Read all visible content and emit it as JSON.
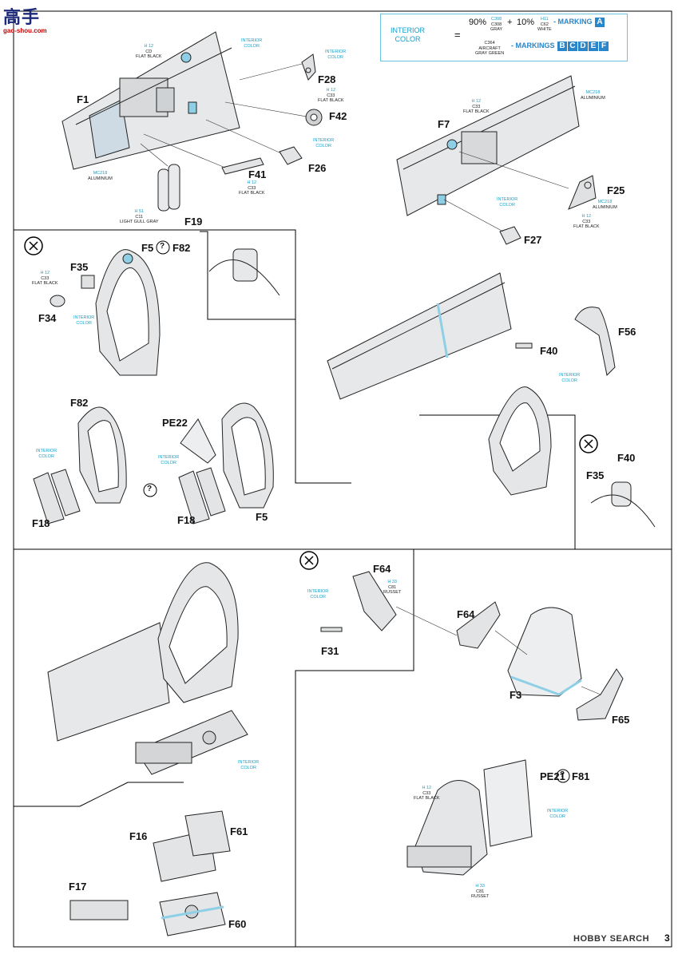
{
  "watermark": {
    "logo_chars": "高手",
    "site": "gao-shou.com"
  },
  "legend": {
    "title_line1": "INTERIOR",
    "title_line2": "COLOR",
    "equals": "=",
    "row1": {
      "pct1": "90%",
      "code1a": "C308",
      "code1b": "C308",
      "name1": "GRAY",
      "plus": "+",
      "pct2": "10%",
      "code2a": "H11",
      "code2b": "C62",
      "name2": "WHITE",
      "arrow": "- MARKING",
      "letters": [
        "A"
      ]
    },
    "row2": {
      "code": "C364",
      "name_line1": "AIRCRAFT",
      "name_line2": "GRAY GREEN",
      "arrow": "- MARKINGS",
      "letters": [
        "B",
        "C",
        "D",
        "E",
        "F"
      ]
    }
  },
  "colors": {
    "accent_blue": "#2a86c8",
    "callout_cyan": "#1aa0c8",
    "part_blue": "#8ecfe6",
    "part_fill": "#e4e6e8"
  },
  "paints": {
    "flat_black_h12": {
      "code": "H 12",
      "code2": "C33",
      "name": "FLAT BLACK"
    },
    "flat_black_cd": {
      "code": "H 12",
      "code2": "CD",
      "name": "FLAT BLACK"
    },
    "aluminium": {
      "code": "MC218",
      "name": "ALUMINIUM"
    },
    "light_gull_gray": {
      "code": "H 51",
      "code2": "C11",
      "name": "LIGHT GULL GRAY"
    },
    "russet": {
      "code": "H 33",
      "code2": "C81",
      "name": "RUSSET"
    },
    "interior_line1": "INTERIOR",
    "interior_line2": "COLOR"
  },
  "parts": {
    "F1": "F1",
    "F28": "F28",
    "F42": "F42",
    "F41": "F41",
    "F26": "F26",
    "F19": "F19",
    "F7": "F7",
    "F25": "F25",
    "F27": "F27",
    "F5_F82": "F5",
    "F82b": "F82",
    "F35": "F35",
    "F34": "F34",
    "F56": "F56",
    "F40": "F40",
    "F82": "F82",
    "PE22": "PE22",
    "F18a": "F18",
    "F18b": "F18",
    "F5": "F5",
    "F40b": "F40",
    "F35b": "F35",
    "F64": "F64",
    "F31": "F31",
    "F64b": "F64",
    "F3": "F3",
    "F65": "F65",
    "PE21": "PE21",
    "F81": "F81",
    "F16": "F16",
    "F61": "F61",
    "F17": "F17",
    "F60": "F60"
  },
  "footer": {
    "brand": "HOBBY SEARCH",
    "page_number": "3"
  }
}
